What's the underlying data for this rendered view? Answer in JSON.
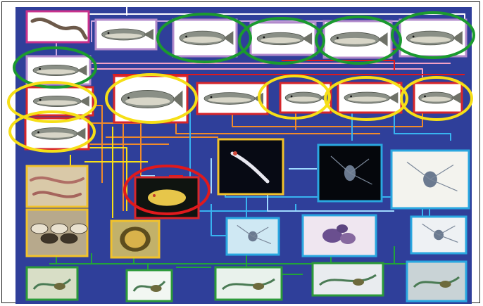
{
  "diagram": {
    "background_color": "#2f3f9a",
    "colors": {
      "pink_border": "#c8328c",
      "lilac_border": "#b28acb",
      "red_border": "#d7262b",
      "yellow_border": "#f2c22b",
      "cyan_border": "#2aa7e0",
      "green_border": "#2c9a3a",
      "green_ring": "#1b9a2f",
      "yellow_ring": "#f6df17",
      "red_ring": "#e0191c",
      "arrow_white": "#ffffff",
      "arrow_pink": "#f2a1c6",
      "arrow_lilac": "#c7a6e0",
      "arrow_orange": "#f08a2a",
      "arrow_yellow": "#f6df17",
      "arrow_cyan": "#38b3f0",
      "arrow_lightblue": "#9fd9ff",
      "arrow_red": "#e0191c",
      "arrow_green": "#21a33a"
    },
    "organisms": [
      {
        "name": "lamprey-card",
        "icon": "eel"
      },
      {
        "name": "burbot-card",
        "icon": "fish"
      },
      {
        "name": "trout-card-1",
        "icon": "fish"
      },
      {
        "name": "salmon-card",
        "icon": "fish"
      },
      {
        "name": "trout-card-2",
        "icon": "fish"
      },
      {
        "name": "salmon-card-2",
        "icon": "fish"
      },
      {
        "name": "char-card",
        "icon": "fish"
      },
      {
        "name": "sculpin-card-1",
        "icon": "fish"
      },
      {
        "name": "sculpin-card-2",
        "icon": "fish"
      },
      {
        "name": "whitefish-card",
        "icon": "fish"
      },
      {
        "name": "perch-card",
        "icon": "fish"
      },
      {
        "name": "smelt-card",
        "icon": "fish"
      },
      {
        "name": "alewife-card",
        "icon": "fish"
      },
      {
        "name": "cisco-card",
        "icon": "fish"
      },
      {
        "name": "oligochaete-card",
        "icon": "worm"
      },
      {
        "name": "mussel-card",
        "icon": "mussel"
      },
      {
        "name": "amphipod-card",
        "icon": "amphipod"
      },
      {
        "name": "clam-card",
        "icon": "clam"
      },
      {
        "name": "mysis-card",
        "icon": "shrimp"
      },
      {
        "name": "bythotrephes-card",
        "icon": "zooplankton"
      },
      {
        "name": "cercopagis-card",
        "icon": "zooplankton"
      },
      {
        "name": "daphnia-card",
        "icon": "zooplankton"
      },
      {
        "name": "rotifer-cluster-card",
        "icon": "blob"
      },
      {
        "name": "copepod-card",
        "icon": "zooplankton"
      },
      {
        "name": "diatom-card",
        "icon": "algae"
      },
      {
        "name": "filament-card",
        "icon": "algae"
      },
      {
        "name": "spiral-algae-card",
        "icon": "algae"
      },
      {
        "name": "flagellate-card",
        "icon": "algae"
      },
      {
        "name": "ciliate-card",
        "icon": "algae"
      }
    ]
  }
}
